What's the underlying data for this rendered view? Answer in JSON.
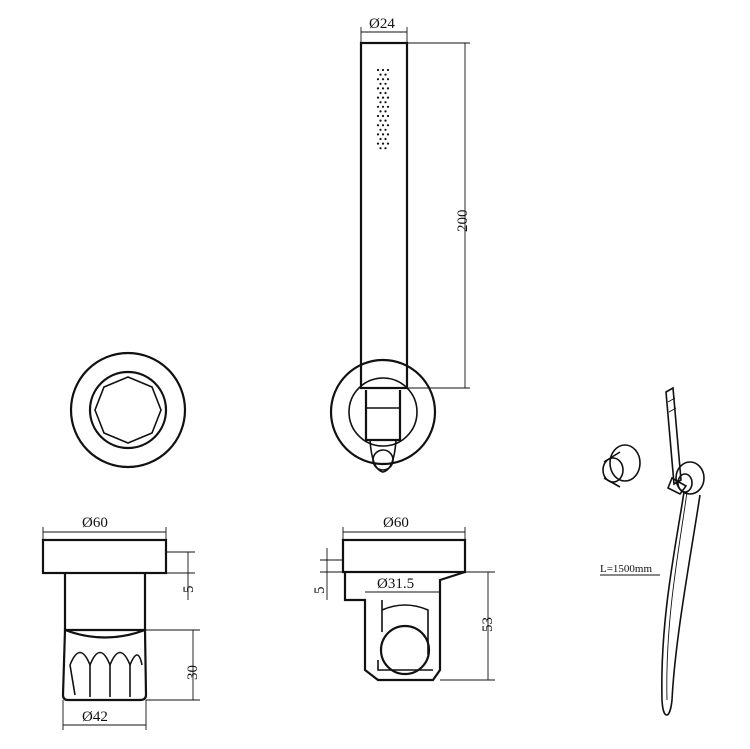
{
  "colors": {
    "line": "#111111",
    "background": "#ffffff"
  },
  "dimensions": {
    "handshower_diameter": "Ø24",
    "handshower_length": "200",
    "valve_plate_diameter": "Ø60",
    "valve_plate_thickness": "5",
    "valve_body_diameter": "Ø42",
    "valve_handle_height": "30",
    "outlet_plate_diameter": "Ø60",
    "outlet_plate_thickness": "5",
    "outlet_body_diameter": "Ø31.5",
    "outlet_depth": "53",
    "hose_length": "L=1500mm"
  }
}
